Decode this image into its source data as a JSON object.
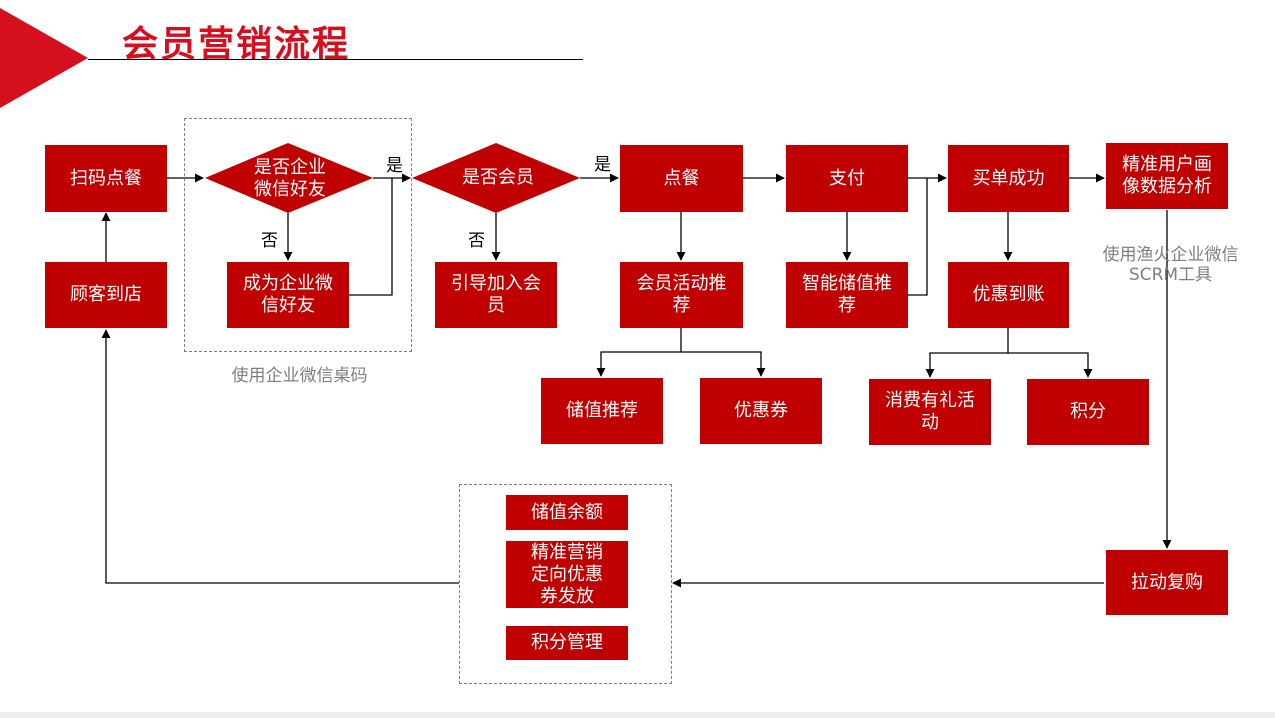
{
  "title": "会员营销流程",
  "diagram": {
    "nodes": {
      "scan_order": "扫码点餐",
      "customer_arrive": "顾客到店",
      "is_wecom_friend": "是否企业微信好友",
      "become_wecom_friend": "成为企业微信好友",
      "is_member": "是否会员",
      "guide_join_member": "引导加入会员",
      "order": "点餐",
      "member_activity_recommend": "会员活动推荐",
      "stored_value_recommend": "储值推荐",
      "coupon": "优惠券",
      "pay": "支付",
      "smart_stored_value_recommend": "智能储值推荐",
      "checkout_success": "买单成功",
      "discount_credited": "优惠到账",
      "gift_activity": "消费有礼活动",
      "points": "积分",
      "user_portrait_analysis": "精准用户画像数据分析",
      "repurchase": "拉动复购",
      "stored_balance": "储值余额",
      "targeted_coupon": "精准营销定向优惠券发放",
      "points_management": "积分管理"
    },
    "branch_labels": {
      "yes_1": "是",
      "no_1": "否",
      "yes_2": "是",
      "no_2": "否"
    },
    "captions": {
      "wecom_table_code": "使用企业微信桌码",
      "scrm_tool": "使用渔火企业微信SCRM工具"
    },
    "colors": {
      "title": "#d50f1e",
      "node_fill": "#c00000",
      "node_text": "#ffffff",
      "caption": "#7f7f7f",
      "connector": "#000000"
    }
  }
}
